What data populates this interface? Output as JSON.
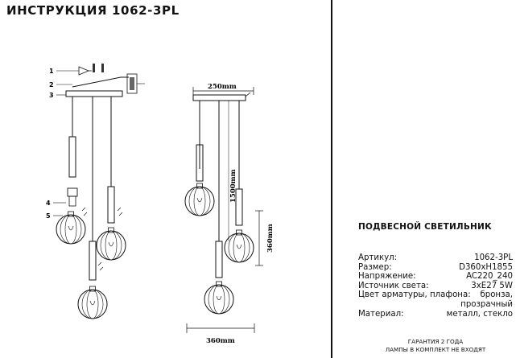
{
  "header": {
    "title": "ИНСТРУКЦИЯ 1062-3PL"
  },
  "callouts": [
    "1",
    "2",
    "3",
    "4",
    "5"
  ],
  "dimensions": {
    "canopy_width": "250mm",
    "cable_length": "1500mm",
    "lamp_height": "360mm",
    "overall_width": "360mm"
  },
  "product": {
    "title": "ПОДВЕСНОЙ СВЕТИЛЬНИК",
    "specs": [
      {
        "label": "Артикул:",
        "value": "1062-3PL"
      },
      {
        "label": "Размер:",
        "value": "D360xH1855"
      },
      {
        "label": "Напряжение:",
        "value": "AC220_240"
      },
      {
        "label": "Источник света:",
        "value": "3xE27 5W"
      },
      {
        "label": "Цвет арматуры, плафона:",
        "value": "бронза,"
      },
      {
        "label": "",
        "value": "прозрачный"
      },
      {
        "label": "Материал:",
        "value": "металл, стекло"
      }
    ],
    "footer": [
      "ГАРАНТИЯ 2 ГОДА",
      "ЛАМПЫ В КОМПЛЕКТ НЕ ВХОДЯТ"
    ]
  }
}
